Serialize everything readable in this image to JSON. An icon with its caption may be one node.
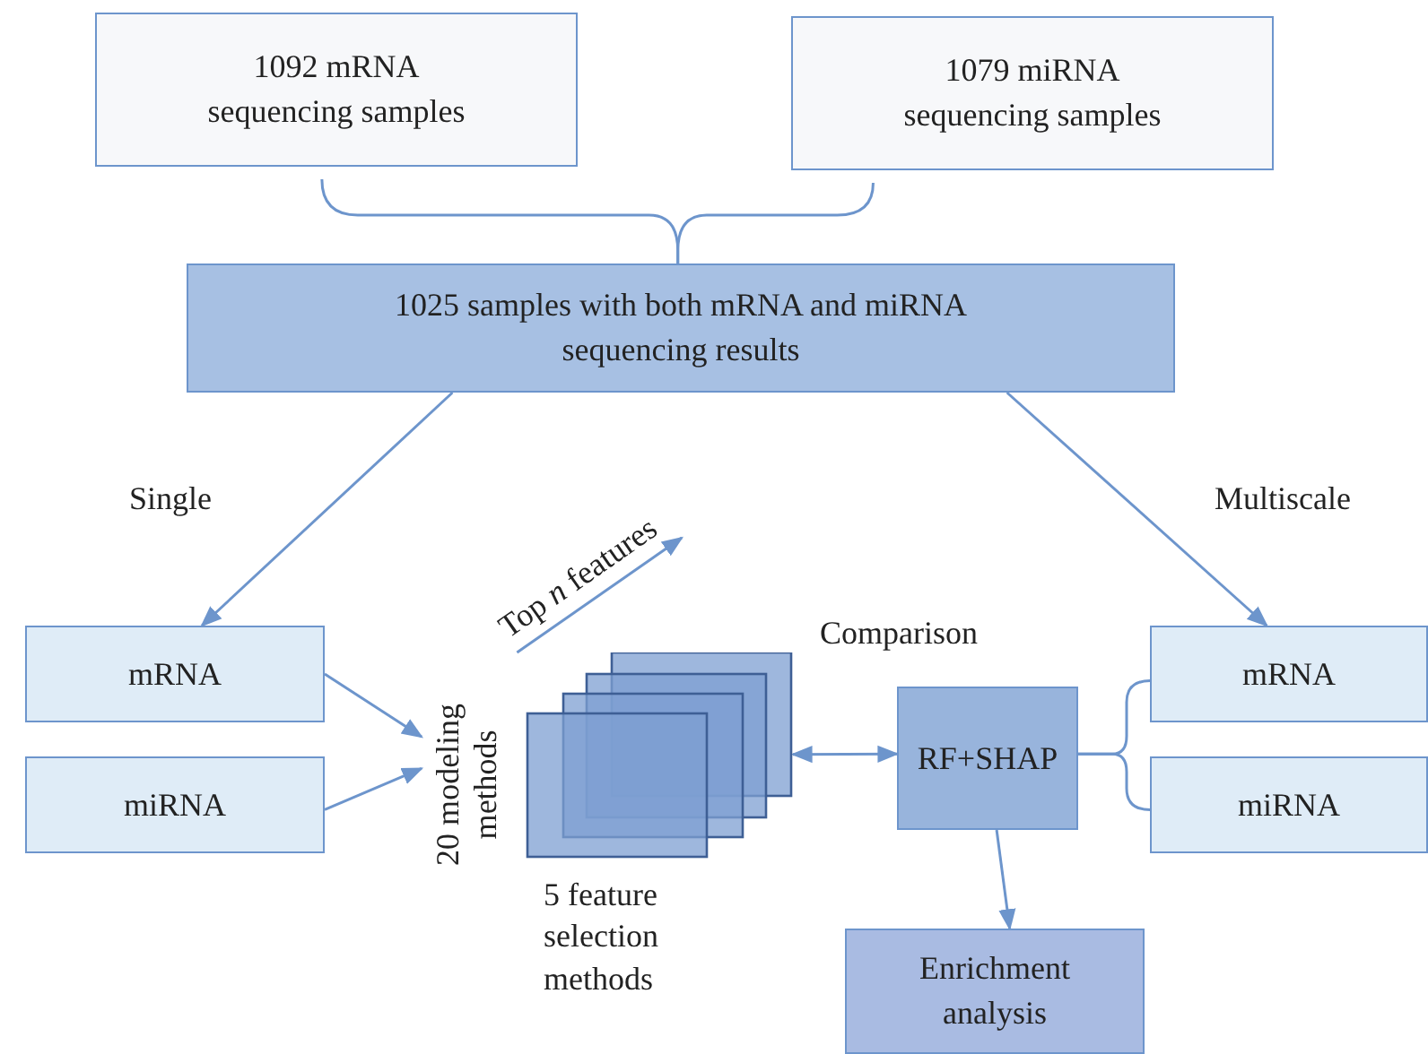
{
  "diagram": {
    "nodes": [
      {
        "text": [
          "1092 mRNA sequencing samples"
        ]
      },
      {
        "text": [
          "1079 miRNA sequencing samples"
        ]
      },
      {
        "text": [
          "1025 samples with both mRNA and miRNA sequencing results"
        ]
      },
      {
        "text": [
          "mRNA"
        ]
      },
      {
        "text": [
          "miRNA"
        ]
      },
      {
        "text": [],
        "shape": "box",
        "beside": [
          "20 modeling methods",
          "5 feature selection methods"
        ]
      },
      {
        "text": [
          "RF+SHAP"
        ]
      },
      {
        "text": [
          "mRNA"
        ]
      },
      {
        "text": [
          "miRNA"
        ]
      },
      {
        "text": [
          "Enrichment analysis"
        ]
      }
    ],
    "edges": [
      {
        "from": 0,
        "to": 2,
        "arrow": "none"
      },
      {
        "from": 1,
        "to": 2,
        "arrow": "none"
      },
      {
        "from": 2,
        "to": 3,
        "arrow": "to",
        "label": "Single"
      },
      {
        "from": 2,
        "to": 7,
        "arrow": "to",
        "label": "Multiscale"
      },
      {
        "from": 3,
        "to": 5,
        "arrow": "to"
      },
      {
        "from": 4,
        "to": 5,
        "arrow": "to"
      },
      {
        "from": 5,
        "to": null,
        "arrow": "to",
        "label": "Top *n* features"
      },
      {
        "from": 5,
        "to": 6,
        "arrow": "both",
        "label": "Comparison"
      },
      {
        "from": 7,
        "to": 6,
        "arrow": "none"
      },
      {
        "from": 8,
        "to": 6,
        "arrow": "none"
      },
      {
        "from": 6,
        "to": 9,
        "arrow": "to"
      }
    ]
  }
}
